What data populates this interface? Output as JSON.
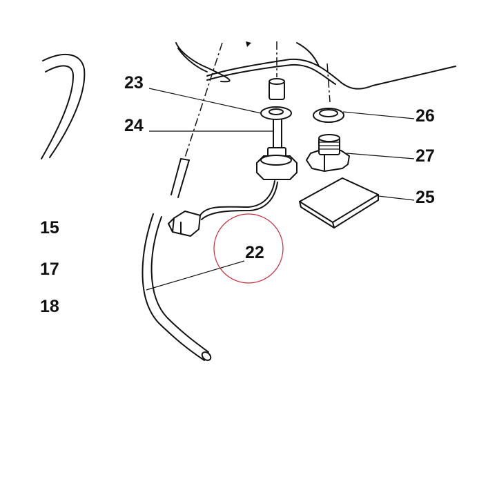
{
  "labels": {
    "p15": "15",
    "p17": "17",
    "p18": "18",
    "p22": "22",
    "p23": "23",
    "p24": "24",
    "p25": "25",
    "p26": "26",
    "p27": "27"
  },
  "colors": {
    "ink": "#111111",
    "highlight": "#c8283a",
    "background": "#ffffff"
  }
}
